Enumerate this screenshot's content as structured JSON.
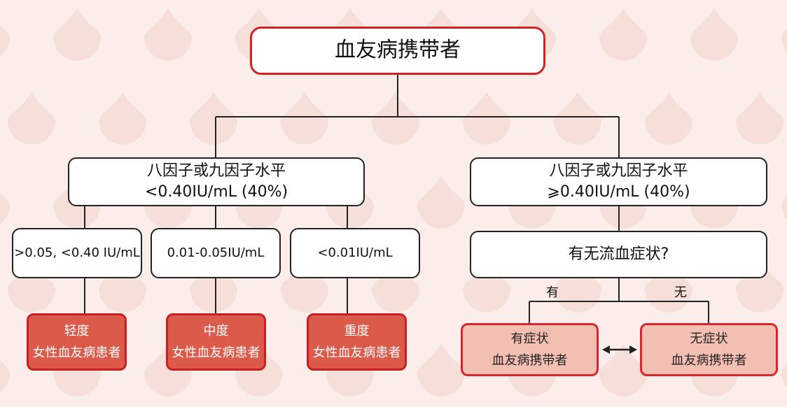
{
  "colors": {
    "background": "#fbeeea",
    "drop_shape": "#f7dfd9",
    "root_border": "#d32124",
    "severity_fill": "#db5a4a",
    "carrier_fill": "#f3bfb3",
    "line": "#222222"
  },
  "root": {
    "label": "血友病携带者"
  },
  "left_branch": {
    "line1": "八因子或九因子水平",
    "line2": "<0.40IU/mL (40%)",
    "levels": [
      {
        "range": ">0.05, <0.40 IU/mL",
        "severity": "轻度",
        "result": "女性血友病患者"
      },
      {
        "range": "0.01-0.05IU/mL",
        "severity": "中度",
        "result": "女性血友病患者"
      },
      {
        "range": "<0.01IU/mL",
        "severity": "重度",
        "result": "女性血友病患者"
      }
    ]
  },
  "right_branch": {
    "line1": "八因子或九因子水平",
    "line2": "⩾0.40IU/mL (40%)",
    "question": "有无流血症状?",
    "yes_label": "有",
    "no_label": "无",
    "yes_result": {
      "line1": "有症状",
      "line2": "血友病携带者"
    },
    "no_result": {
      "line1": "无症状",
      "line2": "血友病携带者"
    },
    "arrow_icon": "double-arrow-icon"
  }
}
